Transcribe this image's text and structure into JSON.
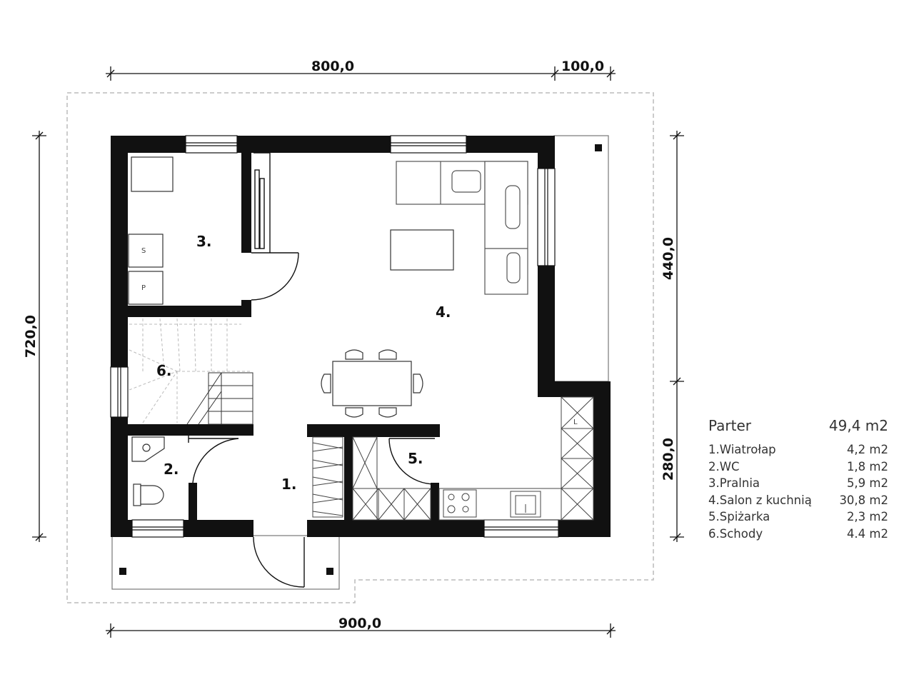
{
  "dimensions": {
    "top_main": "800,0",
    "top_side": "100,0",
    "bottom": "900,0",
    "left": "720,0",
    "right_upper": "440,0",
    "right_lower": "280,0"
  },
  "room_numbers": {
    "r1": "1.",
    "r2": "2.",
    "r3": "3.",
    "r4": "4.",
    "r5": "5.",
    "r6": "6."
  },
  "appliance_marks": {
    "dryer": "S",
    "washer": "P",
    "fridge": "L"
  },
  "legend": {
    "title": "Parter",
    "total": "49,4 m2",
    "rooms": [
      {
        "name": "1.Wiatrołap",
        "area": "4,2 m2"
      },
      {
        "name": "2.WC",
        "area": "1,8 m2"
      },
      {
        "name": "3.Pralnia",
        "area": "5,9 m2"
      },
      {
        "name": "4.Salon z kuchnią",
        "area": "30,8 m2"
      },
      {
        "name": "5.Spiżarka",
        "area": "2,3 m2"
      },
      {
        "name": "6.Schody",
        "area": "4.4 m2"
      }
    ]
  }
}
